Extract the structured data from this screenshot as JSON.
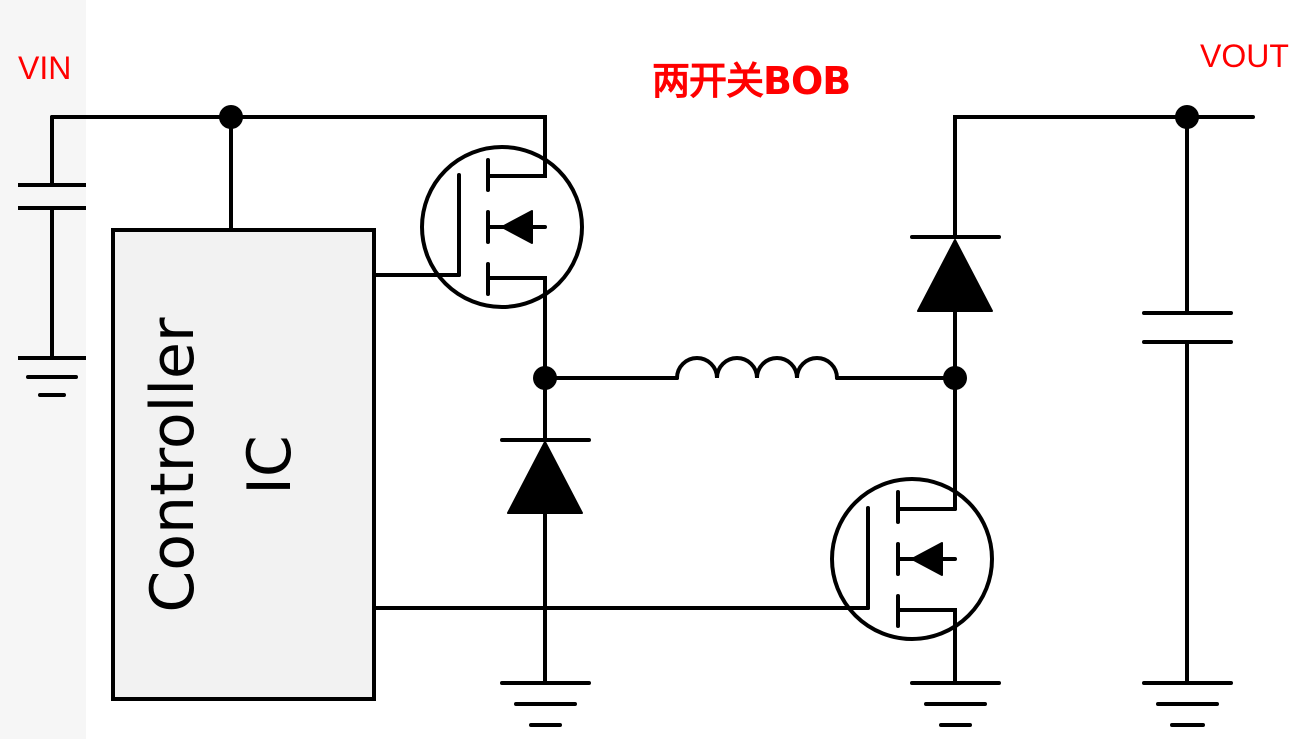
{
  "diagram": {
    "title": "两开关BOB",
    "colors": {
      "label": "#ff0000",
      "wire": "#000000",
      "ic_fill": "#f2f2f2",
      "background": "#ffffff"
    },
    "nodes": {
      "input": {
        "label": "VIN"
      },
      "output": {
        "label": "VOUT"
      }
    },
    "controller": {
      "line1": "Controller",
      "line2": "IC"
    },
    "components": [
      {
        "type": "capacitor",
        "role": "input-capacitor"
      },
      {
        "type": "nmos",
        "role": "high-side-switch"
      },
      {
        "type": "diode",
        "role": "freewheel-diode"
      },
      {
        "type": "inductor",
        "role": "main-inductor"
      },
      {
        "type": "diode",
        "role": "boost-output-diode"
      },
      {
        "type": "nmos",
        "role": "low-side-boost-switch"
      },
      {
        "type": "capacitor",
        "role": "output-capacitor"
      },
      {
        "type": "ground",
        "count": 4
      }
    ]
  }
}
